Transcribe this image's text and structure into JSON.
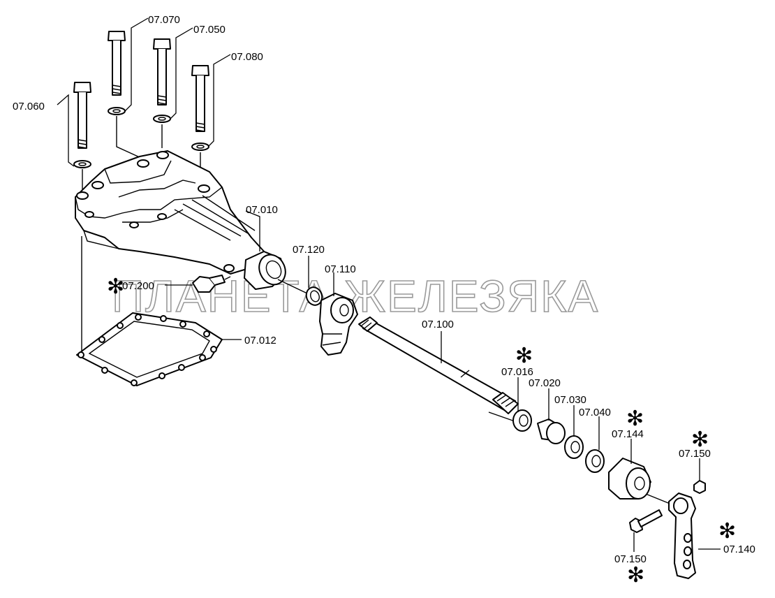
{
  "watermark": "ПЛАНЕТА ЖЕЛЕЗЯКА",
  "star_glyph": "✻",
  "labels": {
    "p07070": "07.070",
    "p07050": "07.050",
    "p07080": "07.080",
    "p07060": "07.060",
    "p07010": "07.010",
    "p07120": "07.120",
    "p07110": "07.110",
    "p07200": "07.200",
    "p07012": "07.012",
    "p07100": "07.100",
    "p07016": "07.016",
    "p07020": "07.020",
    "p07030": "07.030",
    "p07040": "07.040",
    "p07144": "07.144",
    "p07150a": "07.150",
    "p07150b": "07.150",
    "p07140": "07.140"
  }
}
